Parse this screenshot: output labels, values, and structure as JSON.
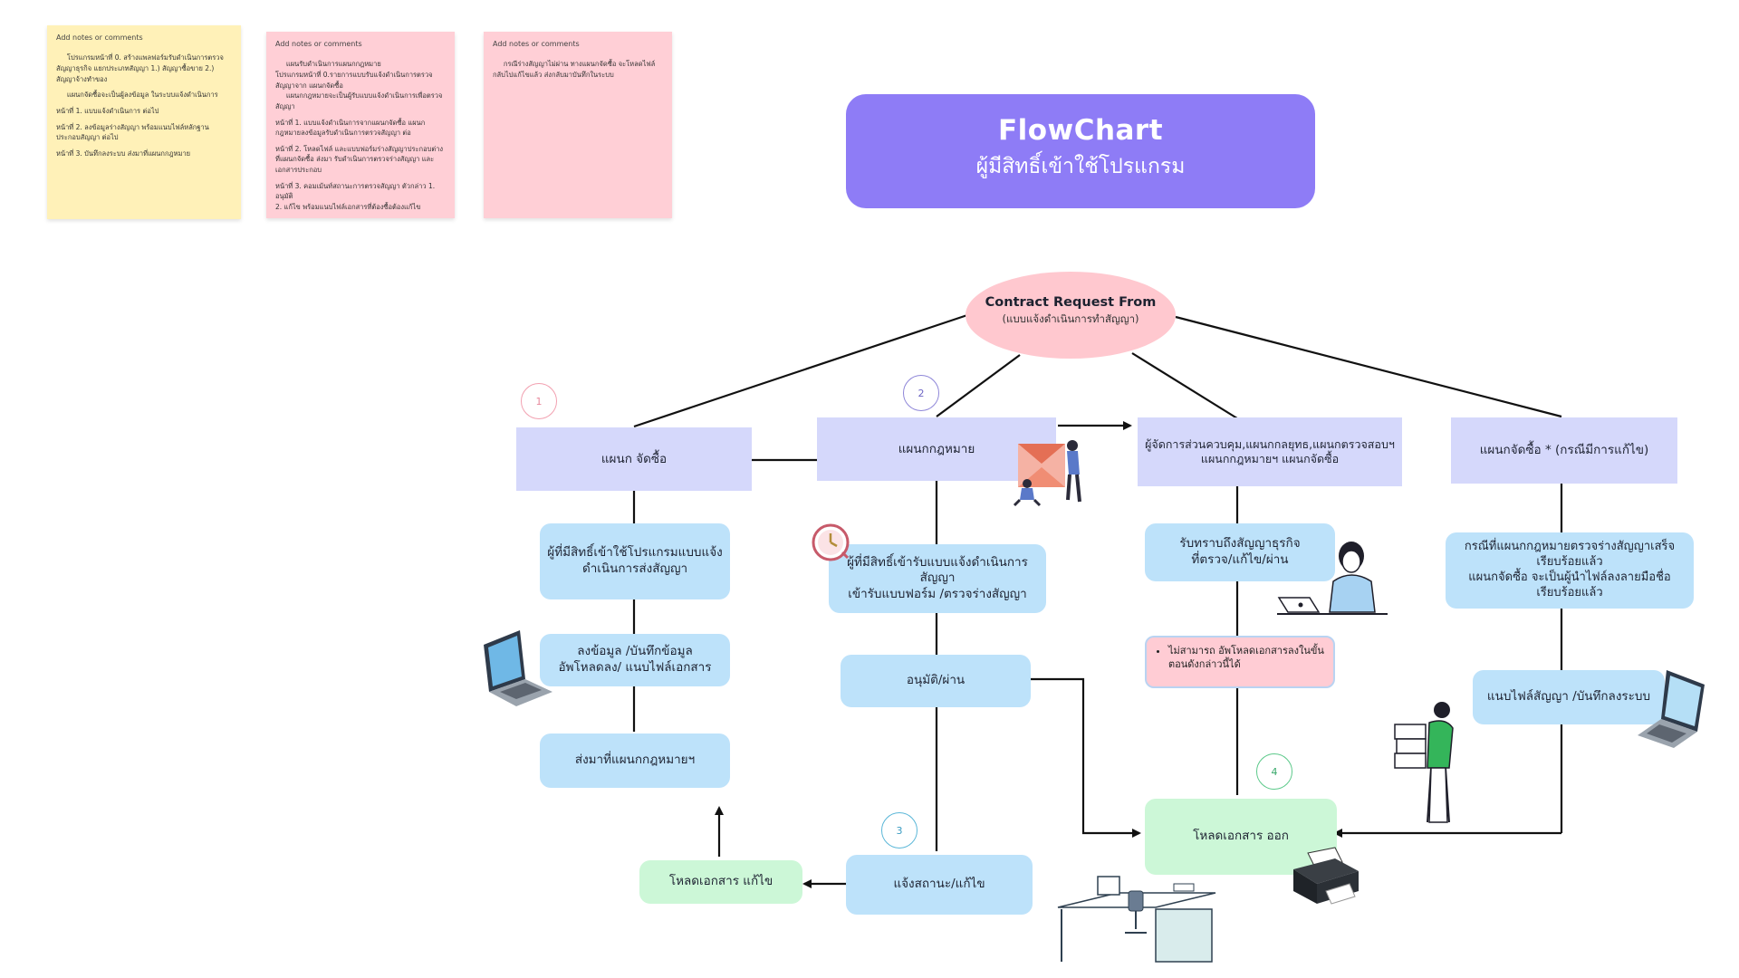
{
  "notes": [
    {
      "title": "Add notes or comments",
      "color": "#fff1b8",
      "paragraphs": [
        "     โปรแกรมหน้าที่ 0. สร้างแพลฟอร์มรับดำเนินการตรวจสัญญาธุรกิจ แยกประเภทสัญญา 1.) สัญญาซื้อขาย 2.) สัญญาจ้างทำของ",
        "     แผนกจัดซื้อจะเป็นผู้ลงข้อมูล ในระบบแจ้งดำเนินการ",
        "หน้าที่ 1. แบบแจ้งดำเนินการ ต่อไป",
        "หน้าที่ 2. ลงข้อมูลร่างสัญญา พร้อมแนบไฟล์หลักฐานประกอบสัญญา ต่อไป",
        "หน้าที่ 3. บันทึกลงระบบ ส่งมาที่แผนกกฎหมาย"
      ]
    },
    {
      "title": "Add notes or comments",
      "color": "#ffcfd6",
      "paragraphs": [
        "     แผนรับดำเนินการแผนกกฎหมาย\nโปรแกรมหน้าที่ 0.รายการแบบรับแจ้งดำเนินการตรวจสัญญาจาก แผนกจัดซื้อ\n     แผนกกฎหมายจะเป็นผู้รับแบบแจ้งดำเนินการเพื่อตรวจสัญญา",
        "หน้าที่ 1. แบบแจ้งดำเนินการจากแผนกจัดซื้อ แผนกกฎหมายลงข้อมูลรับดำเนินการตรวจสัญญา ต่อ",
        "หน้าที่ 2. โหลดไฟล์ และแบบฟอร์มร่างสัญญาประกอบต่างที่แผนกจัดซื้อ ส่งมา รับดำเนินการตรวจร่างสัญญา และเอกสารประกอบ",
        "หน้าที่ 3. คอมเม้นท์สถานะการตรวจสัญญา ตัวกล่าว 1. อนุมัติ\n2. แก้ไข พร้อมแนบไฟล์เอกสารที่ต้องซื้อต้องแก้ไข"
      ]
    },
    {
      "title": "Add notes or comments",
      "color": "#ffcfd6",
      "paragraphs": [
        "     กรณีร่างสัญญาไม่ผ่าน ทางแผนกจัดซื้อ จะโหลดไฟล์กลับไปแก้ไขแล้ว ส่งกลับมาบันทึกในระบบ"
      ]
    }
  ],
  "title": {
    "main": "FlowChart",
    "sub": "ผู้มีสิทธิ์เข้าใช้โปรแกรม"
  },
  "start": {
    "title": "Contract Request From",
    "sub": "(แบบแจ้งดำเนินการทำสัญญา)"
  },
  "departments": {
    "purchasing": "แผนก จัดซื้อ",
    "legal": "แผนกกฎหมาย",
    "managers": "ผู้จัดการส่วนควบคุม,แผนกกลยุทธ,แผนกตรวจสอบฯ\nแผนกกฎหมายฯ แผนกจัดซื้อ",
    "purchasing_fix": "แผนกจัดซื้อ * (กรณีมีการแก้ไข)"
  },
  "steps": {
    "p1": "ผู้ที่มีสิทธิ์เข้าใช้โปรแกรมแบบแจ้ง\nดำเนินการส่งสัญญา",
    "p2": "ลงข้อมูล /บันทึกข้อมูล\nอัพโหลดลง/ แนบไฟล์เอกสาร",
    "p3": "ส่งมาที่แผนกกฎหมายฯ",
    "l1": "ผู้ที่มีสิทธิ์เข้ารับแบบแจ้งดำเนินการ\nสัญญา\nเข้ารับแบบฟอร์ม /ตรวจร่างสัญญา",
    "l2": "อนุมัติ/ผ่าน",
    "l3": "แจ้งสถานะ/แก้ไข",
    "reload": "โหลดเอกสาร แก้ไข",
    "m1": "รับทราบถึงสัญญาธุรกิจ\nที่ตรวจ/แก้ไข/ผ่าน",
    "m_note": "ไม่สามารถ อัพโหลดเอกสารลงในขั้นตอนดังกล่าวนี้ได้",
    "download": "โหลดเอกสาร ออก",
    "f1": "กรณีที่แผนกกฎหมายตรวจร่างสัญญาเสร็จเรียบร้อยแล้ว\nแผนกจัดซื้อ จะเป็นผู้นำไฟล์ลงลายมือชื่อเรียบร้อยแล้ว",
    "f2": "แนบไฟล์สัญญา /บันทึกลงระบบ"
  },
  "numbers": [
    "1",
    "2",
    "3",
    "4"
  ],
  "colors": {
    "title": "#8e7cf6",
    "start": "#ffc8cf",
    "dept": "#d5d8fb",
    "step": "#bde2fa",
    "end": "#ccf7d7",
    "n1": "#f2a0b0",
    "n2": "#8e86d8",
    "n3": "#5bb7d8",
    "n4": "#5cc98a"
  },
  "icons": [
    "envelope-illustration",
    "clock-icon",
    "laptop-icon",
    "woman-laptop-illustration",
    "man-carrying-boxes-illustration",
    "printer-icon",
    "office-desk-illustration"
  ]
}
